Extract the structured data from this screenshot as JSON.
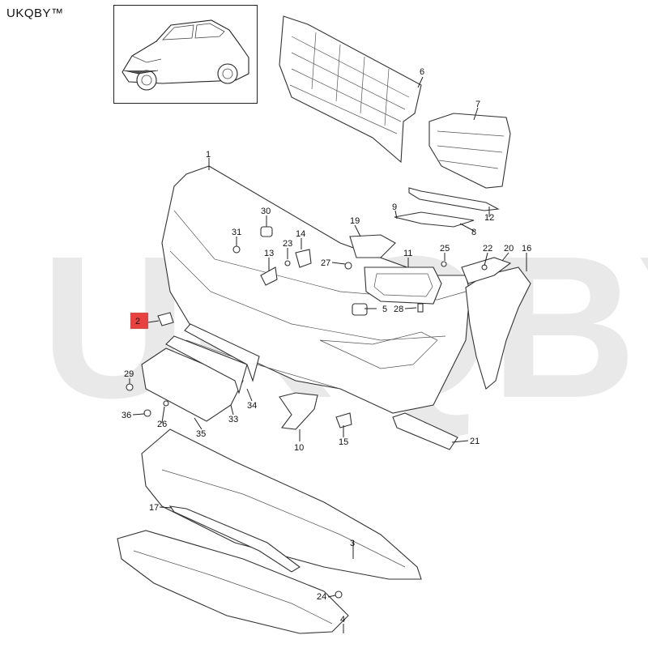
{
  "brand": {
    "text": "UKQBY™"
  },
  "watermark": {
    "text": "UKQBY™"
  },
  "diagram": {
    "callouts": [
      {
        "id": "c1",
        "label": "1"
      },
      {
        "id": "c2",
        "label": "2"
      },
      {
        "id": "c3",
        "label": "3"
      },
      {
        "id": "c4",
        "label": "4"
      },
      {
        "id": "c5",
        "label": "5"
      },
      {
        "id": "c6",
        "label": "6"
      },
      {
        "id": "c7",
        "label": "7"
      },
      {
        "id": "c8",
        "label": "8"
      },
      {
        "id": "c9",
        "label": "9"
      },
      {
        "id": "c10",
        "label": "10"
      },
      {
        "id": "c11",
        "label": "11"
      },
      {
        "id": "c12",
        "label": "12"
      },
      {
        "id": "c13",
        "label": "13"
      },
      {
        "id": "c14",
        "label": "14"
      },
      {
        "id": "c15",
        "label": "15"
      },
      {
        "id": "c16",
        "label": "16"
      },
      {
        "id": "c17",
        "label": "17"
      },
      {
        "id": "c19",
        "label": "19"
      },
      {
        "id": "c20",
        "label": "20"
      },
      {
        "id": "c21",
        "label": "21"
      },
      {
        "id": "c22",
        "label": "22"
      },
      {
        "id": "c23",
        "label": "23"
      },
      {
        "id": "c24",
        "label": "24"
      },
      {
        "id": "c25",
        "label": "25"
      },
      {
        "id": "c26",
        "label": "26"
      },
      {
        "id": "c27",
        "label": "27"
      },
      {
        "id": "c28",
        "label": "28"
      },
      {
        "id": "c29",
        "label": "29"
      },
      {
        "id": "c30",
        "label": "30"
      },
      {
        "id": "c31",
        "label": "31"
      },
      {
        "id": "c33",
        "label": "33"
      },
      {
        "id": "c34",
        "label": "34"
      },
      {
        "id": "c35",
        "label": "35"
      },
      {
        "id": "c36",
        "label": "36"
      }
    ],
    "highlighted_callout": "2",
    "highlight_color": "#e8413f"
  }
}
